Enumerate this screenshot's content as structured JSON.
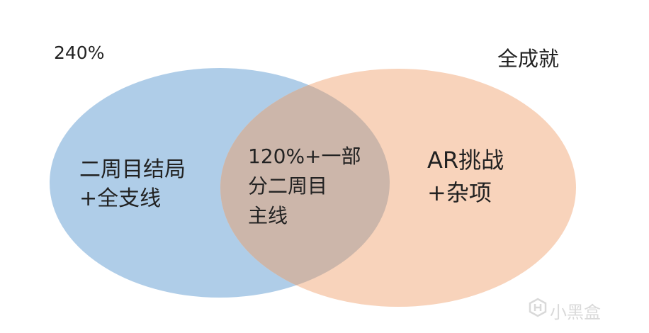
{
  "corner_labels": {
    "left": "240%",
    "right": "全成就"
  },
  "regions": {
    "left": {
      "lines": [
        "二周目结局",
        "+全支线"
      ]
    },
    "overlap": {
      "lines": [
        "120%+一部",
        "分二周目",
        "主线"
      ]
    },
    "right": {
      "lines": [
        "AR挑战",
        "+杂项"
      ]
    }
  },
  "colors": {
    "left_circle": "#a8c9e6",
    "right_circle": "#f8d3bb",
    "overlap": "#ccb6aa"
  },
  "watermark": {
    "text": "小黑盒",
    "icon": "xiaoheihe-logo-icon"
  }
}
